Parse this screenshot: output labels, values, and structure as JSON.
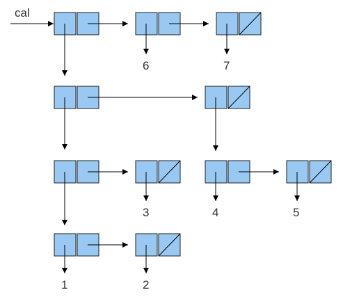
{
  "diagram": {
    "pointer_label": "cal",
    "colors": {
      "cell_fill": "#99c9f2",
      "cell_stroke": "#1e1e1e",
      "arrow": "#000000",
      "text": "#333333"
    },
    "values": [
      "6",
      "7",
      "3",
      "4",
      "5",
      "1",
      "2"
    ]
  }
}
